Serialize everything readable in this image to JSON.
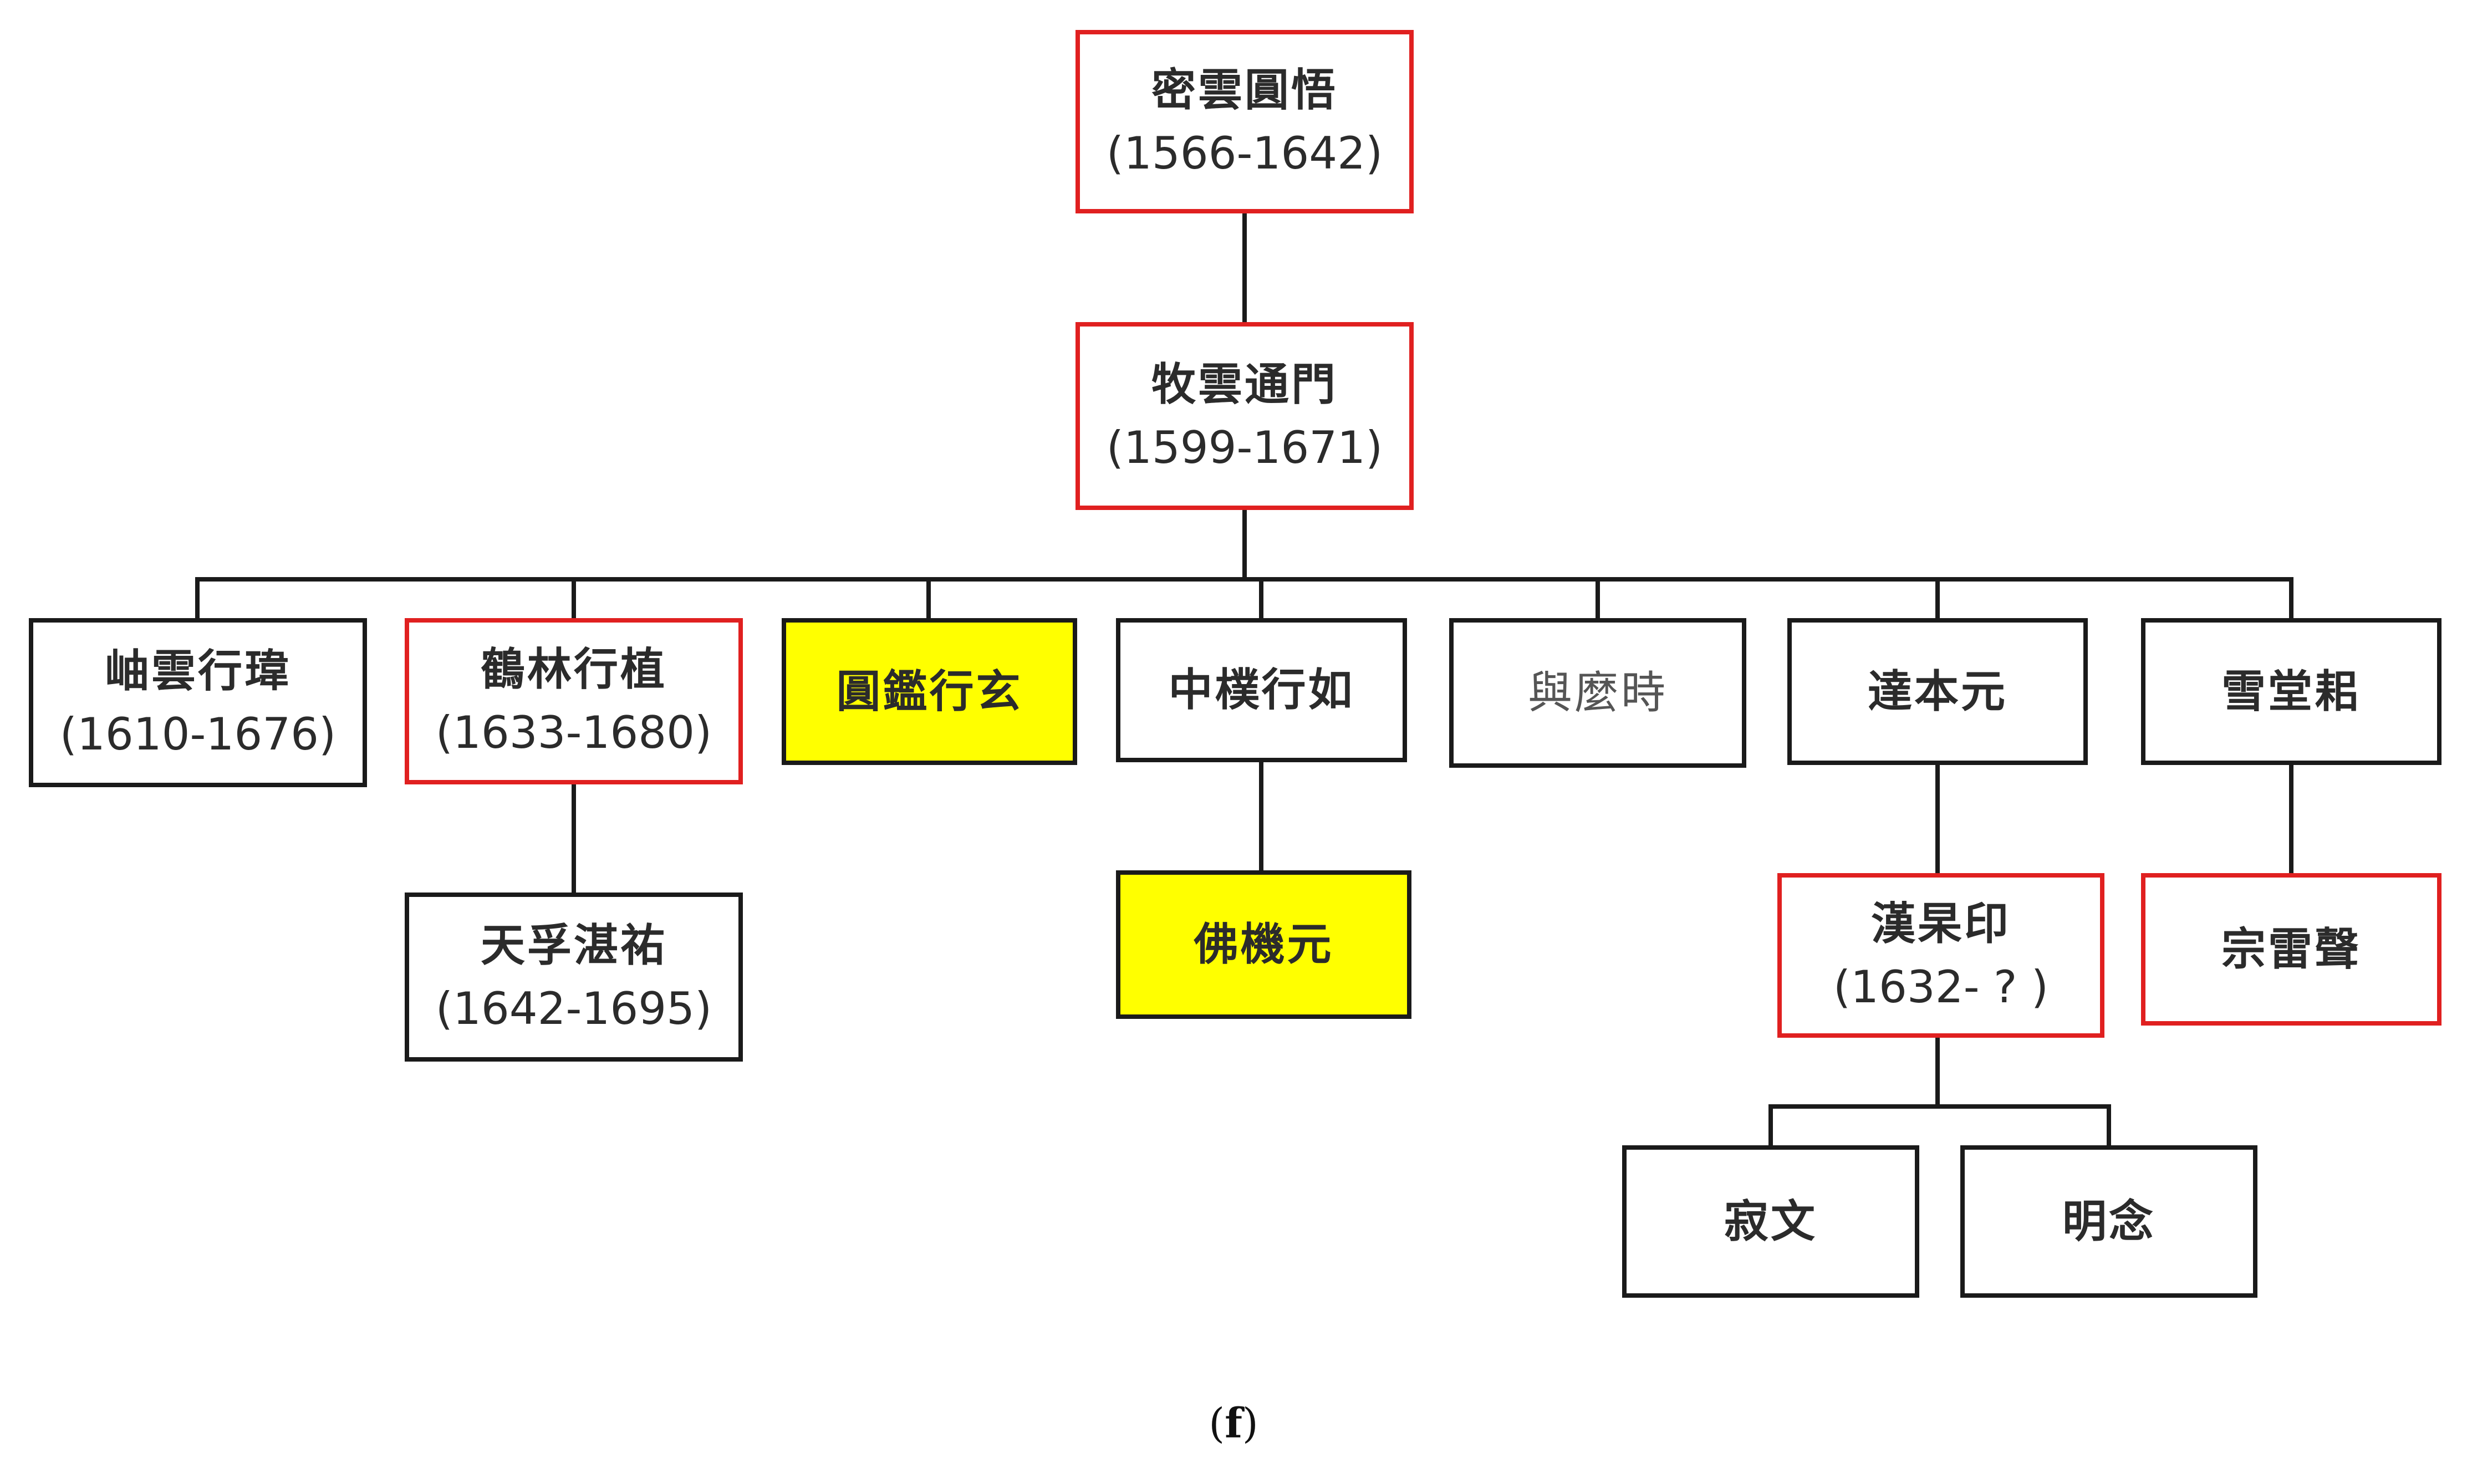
{
  "colors": {
    "line": "#1a1a1a",
    "border_default": "#1a1a1a",
    "border_highlight": "#e02020",
    "fill_highlight": "#ffff00"
  },
  "nodes": {
    "miyun": {
      "name": "密雲圓悟",
      "dates": "(1566-1642)"
    },
    "muyun": {
      "name": "牧雲通門",
      "dates": "(1599-1671)"
    },
    "xiuyun": {
      "name": "岫雲行瑋",
      "dates": "(1610-1676)"
    },
    "helin": {
      "name": "鶴林行植",
      "dates": "(1633-1680)"
    },
    "yuanjian": {
      "name": "圓鑑行玄"
    },
    "zhongpu": {
      "name": "中樸行如"
    },
    "yumoshi": {
      "name": "與麼時"
    },
    "daben": {
      "name": "達本元"
    },
    "xuetang": {
      "name": "雪堂耜"
    },
    "tianfu": {
      "name": "天孚湛祐",
      "dates": "(1642-1695)"
    },
    "foji": {
      "name": "佛機元"
    },
    "hangao": {
      "name": "漢杲印",
      "dates": "(1632- ? )"
    },
    "zonglei": {
      "name": "宗雷聲"
    },
    "jiwen": {
      "name": "寂文"
    },
    "mingnian": {
      "name": "明念"
    }
  },
  "caption": {
    "open": "(",
    "letter": "f",
    "close": ")"
  }
}
